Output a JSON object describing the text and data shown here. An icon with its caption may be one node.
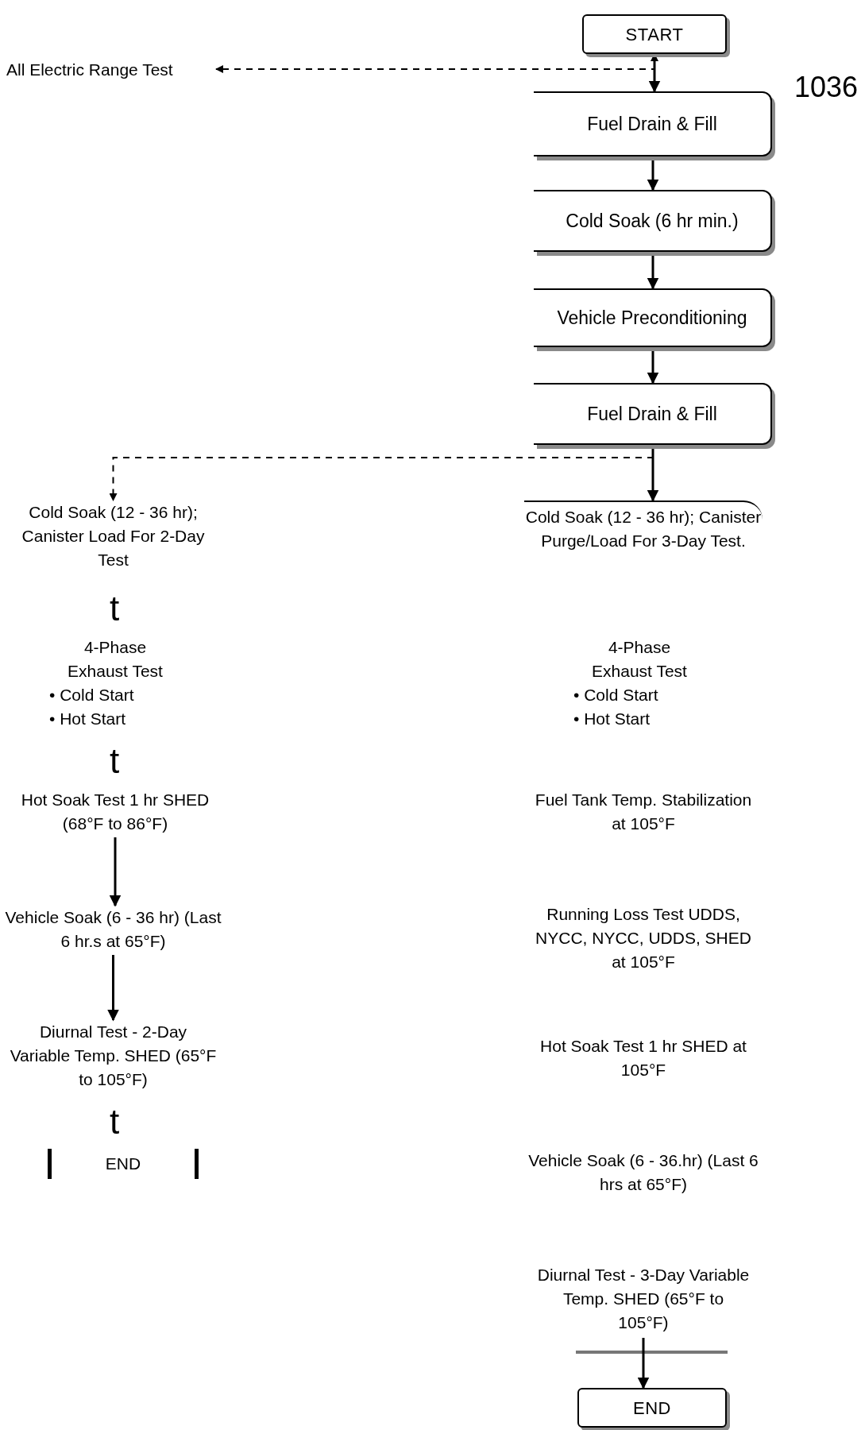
{
  "diagram": {
    "nodes": [
      {
        "text": [
          "START"
        ]
      },
      {
        "text": [
          "All Electric Range Test"
        ]
      },
      {
        "text": [
          "Fuel Drain & Fill"
        ]
      },
      {
        "text": [
          "Cold Soak (6 hr min.)"
        ]
      },
      {
        "text": [
          "Vehicle Preconditioning"
        ]
      },
      {
        "text": [
          "Fuel Drain & Fill"
        ]
      },
      {
        "text": [
          "Cold Soak (12 - 36 hr); Canister Load For 2-Day Test"
        ]
      },
      {
        "text": [
          "Cold Soak (12 - 36 hr); Canister Purge/Load For 3-Day Test."
        ]
      },
      {
        "text": [
          "4-Phase Exhaust Test",
          "• Cold Start",
          "• Hot Start"
        ]
      },
      {
        "text": [
          "Hot Soak Test 1 hr SHED (68°F to 86°F)"
        ]
      },
      {
        "text": [
          "Vehicle Soak (6 - 36 hr) (Last 6 hr.s at 65°F)"
        ]
      },
      {
        "text": [
          "Diurnal Test - 2-Day Variable Temp. SHED (65°F to 105°F)"
        ]
      },
      {
        "text": [
          "END"
        ]
      },
      {
        "text": [
          "4-Phase Exhaust Test",
          "• Cold Start",
          "• Hot Start"
        ]
      },
      {
        "text": [
          "Fuel Tank Temp. Stabilization at 105°F"
        ]
      },
      {
        "text": [
          "Running Loss Test UDDS, NYCC, NYCC, UDDS, SHED at 105°F"
        ]
      },
      {
        "text": [
          "Hot Soak Test 1 hr SHED at 105°F"
        ]
      },
      {
        "text": [
          "Vehicle Soak (6 - 36.hr) (Last 6 hrs at 65°F)"
        ]
      },
      {
        "text": [
          "Diurnal Test - 3-Day Variable Temp. SHED (65°F to 105°F)"
        ]
      },
      {
        "text": [
          "END"
        ]
      }
    ],
    "edges": [
      {
        "from": 0,
        "to": 1,
        "arrow": "both",
        "style": "dashed"
      },
      {
        "from": 0,
        "to": 2,
        "arrow": "to"
      },
      {
        "from": 2,
        "to": 3,
        "arrow": "to"
      },
      {
        "from": 3,
        "to": 4,
        "arrow": "to"
      },
      {
        "from": 4,
        "to": 5,
        "arrow": "to"
      },
      {
        "from": 5,
        "to": 7,
        "arrow": "to"
      },
      {
        "from": 5,
        "to": 6,
        "arrow": "to",
        "style": "dashed"
      },
      {
        "from": 9,
        "to": 10,
        "arrow": "to"
      },
      {
        "from": 10,
        "to": 11,
        "arrow": "to"
      },
      {
        "from": 18,
        "to": 19,
        "arrow": "to"
      }
    ],
    "labels": [
      "1036",
      "t",
      "t",
      "t"
    ]
  }
}
